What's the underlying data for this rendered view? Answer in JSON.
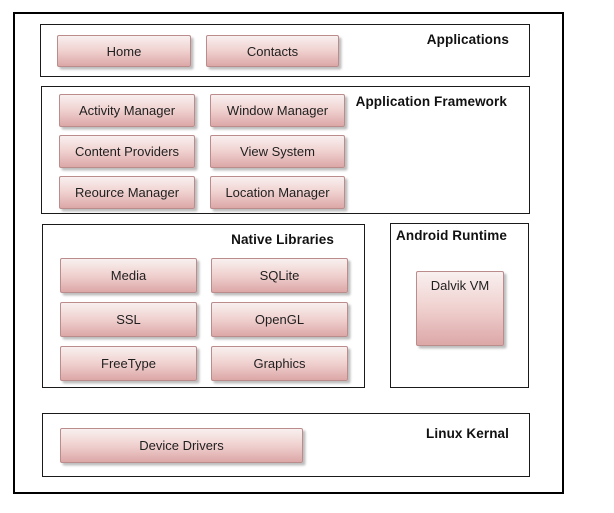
{
  "sections": [
    {
      "id": "applications",
      "label": "Applications",
      "buttons": [
        "Home",
        "Contacts"
      ]
    },
    {
      "id": "application-framework",
      "label": "Application Framework",
      "buttons": [
        "Activity Manager",
        "Window Manager",
        "Content Providers",
        "View System",
        "Reource Manager",
        "Location Manager"
      ]
    },
    {
      "id": "native-libraries",
      "label": "Native Libraries",
      "buttons": [
        "Media",
        "SQLite",
        "SSL",
        "OpenGL",
        "FreeType",
        "Graphics"
      ]
    },
    {
      "id": "android-runtime",
      "label": "Android Runtime",
      "buttons": [
        "Dalvik VM"
      ]
    },
    {
      "id": "linux-kernel",
      "label": "Linux Kernal",
      "buttons": [
        "Device Drivers"
      ]
    }
  ],
  "colors": {
    "background": "#ffffff",
    "outer_border": "#000000",
    "section_border": "#1a1a1a",
    "header_text": "#111111",
    "button_text": "#1f1f1f",
    "button_border": "#bb8c8c",
    "button_gradient_top": "#f8f0ef",
    "button_gradient_bottom": "#dca7a7"
  }
}
